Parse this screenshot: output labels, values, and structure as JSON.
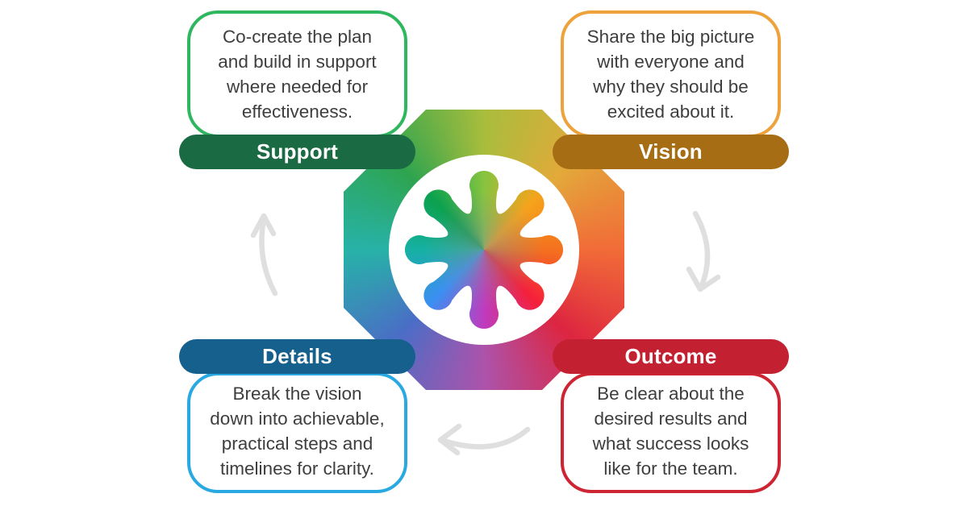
{
  "page": {
    "background": "#ffffff",
    "text_color": "#3e3e3e"
  },
  "cards": {
    "support": {
      "label": "Support",
      "text": "Co-create the plan\nand build in support\nwhere needed for\neffectiveness.",
      "pill_color": "#1a6a43",
      "border_color": "#2eb75f"
    },
    "vision": {
      "label": "Vision",
      "text": "Share the big picture\nwith everyone and\nwhy they should be\nexcited about it.",
      "pill_color": "#a66d15",
      "border_color": "#eda23c"
    },
    "details": {
      "label": "Details",
      "text": "Break the vision\ndown into achievable,\npractical steps and\ntimelines for clarity.",
      "pill_color": "#15608c",
      "border_color": "#29a9e1"
    },
    "outcome": {
      "label": "Outcome",
      "text": "Be clear about the\ndesired results and\nwhat success looks\nlike for the team.",
      "pill_color": "#c32132",
      "border_color": "#cd2533"
    }
  },
  "center": {
    "octagon_colors": [
      "#a9bd3c",
      "#e3a93a",
      "#f16b38",
      "#dd2540",
      "#ad53ab",
      "#4a6dc6",
      "#27b2a8",
      "#2ea44f"
    ],
    "splat_colors": [
      "#86c440",
      "#f5a31c",
      "#f4711f",
      "#f5203a",
      "#bf3bbf",
      "#3b8ff2",
      "#16b1a3",
      "#0ba14f"
    ],
    "circle_color": "#ffffff"
  },
  "arrows": {
    "color": "#dfdfdf"
  }
}
